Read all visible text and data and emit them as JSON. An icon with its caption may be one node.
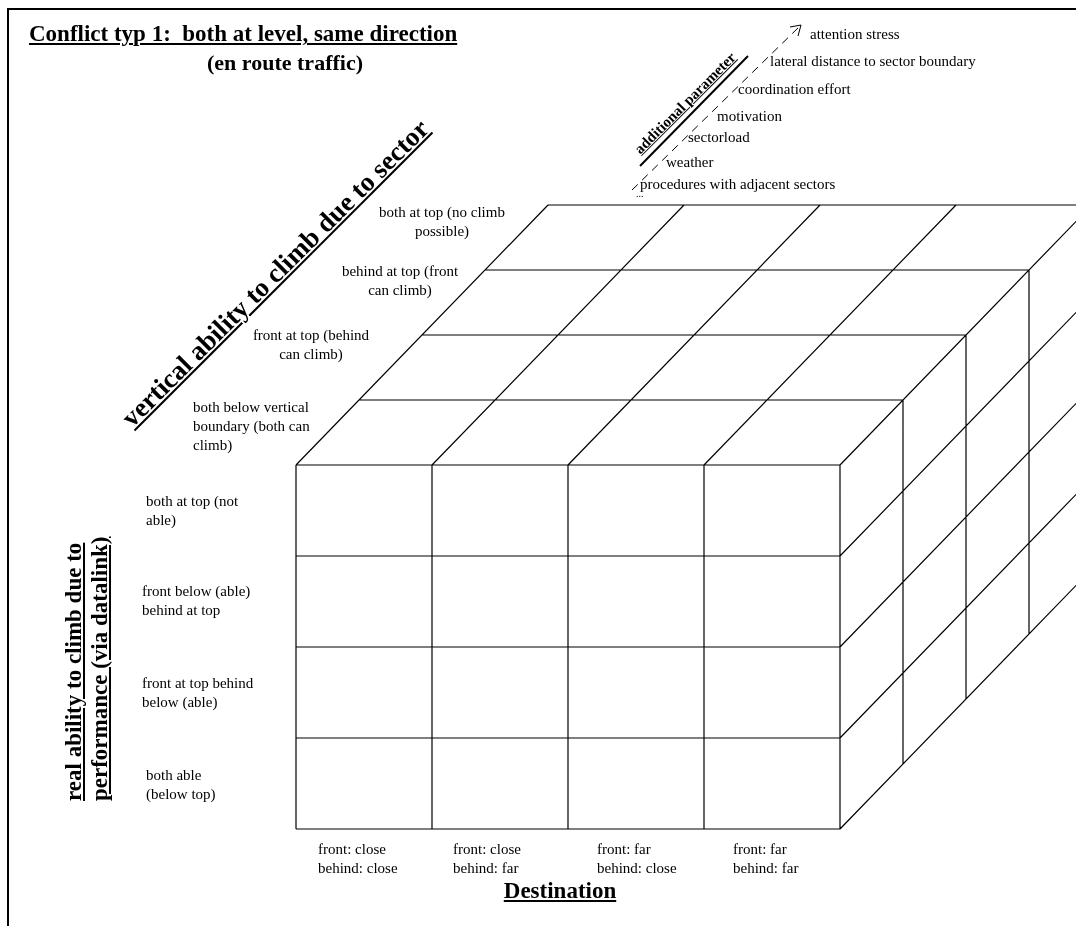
{
  "diagram": {
    "title": "Conflict typ 1:  both at level, same direction",
    "labels": [
      "(en route traffic)",
      "vertical ability to climb due to sector",
      "additional parameter",
      "attention stress",
      "lateral distance to sector boundary",
      "coordination effort",
      "motivation",
      "sectorload",
      "weather",
      "procedures with adjacent sectors",
      "...",
      "both at top (no climb possible)",
      "behind at top (front can climb)",
      "front at top (behind can climb)",
      "both below vertical boundary (both can climb)",
      "real ability to climb due to performance (via datalink)",
      "both at top (not able)",
      "front below (able) behind at top",
      "front at top behind below (able)",
      "both able (below top)",
      "front: close behind: close",
      "front: close behind: far",
      "front: far behind: close",
      "front: far behind: far",
      "Destination"
    ]
  }
}
